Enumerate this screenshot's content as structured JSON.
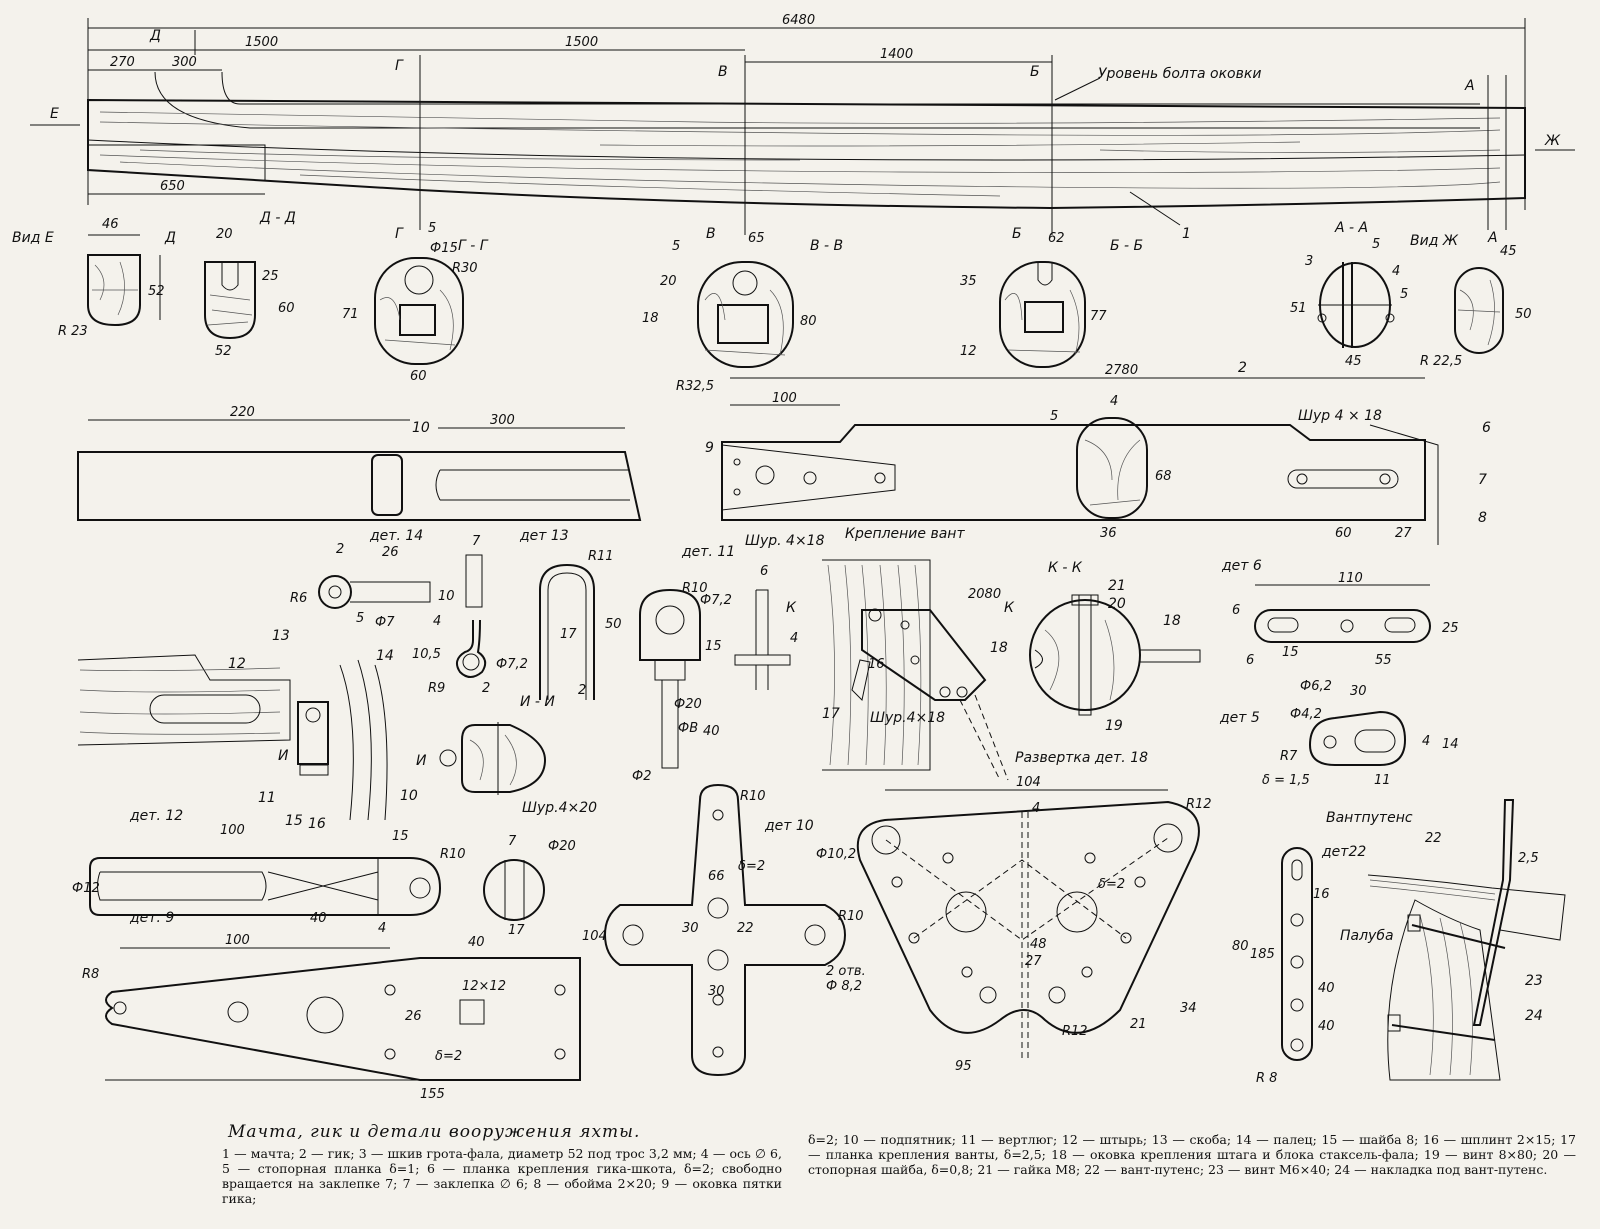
{
  "mast": {
    "overall_length": "6480",
    "dims": [
      "1500",
      "1500",
      "1400",
      "270",
      "300",
      "650"
    ],
    "section_marks": [
      "Д",
      "Г",
      "В",
      "Б",
      "А",
      "Е",
      "Ж"
    ],
    "note_bolt": "Уровень болта оковки",
    "part_no": "1"
  },
  "sections": {
    "vid_e": {
      "title": "Вид  Е",
      "dims": [
        "46",
        "52",
        "R 23"
      ],
      "mark": "Д"
    },
    "d_d": {
      "title": "Д - Д",
      "dims": [
        "20",
        "25",
        "60",
        "52"
      ]
    },
    "g_g": {
      "title": "Г - Г",
      "dims": [
        "5",
        "Ф15",
        "R30",
        "71",
        "60"
      ],
      "mark": "Г"
    },
    "v_v": {
      "title": "В - В",
      "dims": [
        "65",
        "5",
        "20",
        "18",
        "80",
        "R32,5"
      ],
      "mark": "В"
    },
    "b_b": {
      "title": "Б - Б",
      "dims": [
        "62",
        "35",
        "12",
        "77"
      ],
      "mark": "Б"
    },
    "a_a": {
      "title": "А - А",
      "dims": [
        "5",
        "3",
        "4",
        "5",
        "51",
        "45"
      ]
    },
    "vid_zh": {
      "title": "Вид  Ж",
      "dims": [
        "45",
        "50",
        "R 22,5"
      ],
      "mark": "А"
    }
  },
  "boom": {
    "length": "2780",
    "part_no": "2",
    "dims": [
      "100",
      "5",
      "4",
      "68",
      "36",
      "60",
      "27"
    ],
    "screw1": "Шур  4 × 18",
    "screw2": "Шур. 4×18",
    "parts": [
      "9",
      "6",
      "7",
      "8"
    ]
  },
  "heel": {
    "dims": [
      "220",
      "300"
    ],
    "part": "10"
  },
  "det14": {
    "title": "дет. 14",
    "dims": [
      "2",
      "26",
      "R6",
      "5",
      "Ф7",
      "10"
    ]
  },
  "det13": {
    "title": "дет 13",
    "dims": [
      "7",
      "R11",
      "50",
      "17",
      "2",
      "4",
      "10,5",
      "R9",
      "2",
      "Ф7,2"
    ]
  },
  "det11": {
    "title": "дет. 11",
    "dims": [
      "R10",
      "Ф7,2",
      "15",
      "Ф20",
      "ФВ",
      "40",
      "Ф2",
      "6",
      "К",
      "4"
    ]
  },
  "shroud": {
    "title": "Крепление  вант",
    "dims": [
      "2080",
      "16",
      "К"
    ],
    "screw": "Шур.4×18",
    "parts": [
      "17",
      "18"
    ]
  },
  "k_k": {
    "title": "К - К",
    "parts": [
      "21",
      "20",
      "18",
      "19"
    ]
  },
  "det6": {
    "title": "дет  6",
    "dims": [
      "110",
      "6",
      "6",
      "15",
      "55",
      "25",
      "Ф6,2"
    ]
  },
  "det5": {
    "title": "дет  5",
    "dims": [
      "30",
      "Ф4,2",
      "R7",
      "δ = 1,5",
      "11",
      "4",
      "14"
    ]
  },
  "assembly": {
    "parts": [
      "12",
      "13",
      "14",
      "И",
      "И",
      "11",
      "15",
      "16",
      "10"
    ]
  },
  "i_i": {
    "title": "И - И",
    "screw": "Шур.4×20"
  },
  "det12": {
    "title": "дет. 12",
    "dims": [
      "100",
      "15",
      "R10",
      "Ф12",
      "40",
      "4"
    ]
  },
  "pin": {
    "dims": [
      "7",
      "Ф20",
      "17"
    ]
  },
  "det10": {
    "title": "дет 10",
    "dims": [
      "R10",
      "δ=2",
      "66",
      "30",
      "22",
      "R10",
      "104",
      "30"
    ],
    "holes": "2 отв.\nФ 8,2"
  },
  "det9": {
    "title": "дет. 9",
    "dims": [
      "100",
      "40",
      "R8",
      "12×12",
      "26",
      "δ=2",
      "155"
    ]
  },
  "dev18": {
    "title": "Развертка  дет. 18",
    "dims": [
      "104",
      "4",
      "R12",
      "Ф10,2",
      "δ=2",
      "48",
      "27",
      "80",
      "34",
      "21",
      "R12",
      "95"
    ]
  },
  "chainplate": {
    "title": "Вантпутенс",
    "det": "дет22",
    "dims": [
      "16",
      "185",
      "40",
      "40",
      "R 8",
      "22",
      "2,5"
    ],
    "deck": "Палуба",
    "parts": [
      "23",
      "24"
    ]
  },
  "caption": {
    "title": "Мачта, гик и детали вооружения яхты.",
    "left": "1 — мачта;  2 — гик;  3 — шкив  грота-фала,  диаметр 52  под  трос 3,2 мм;  4 — ось ∅ 6,  5 — стопорная  планка  δ=1;  6 — планка  крепления  гика-шкота,  δ=2;  свободно  вращается  на заклепке 7;  7 — заклепка  ∅ 6;  8 — обойма  2×20;  9 — оковка  пятки  гика;",
    "right": "δ=2;  10 — подпятник;  11 — вертлюг;  12 — штырь;  13 — скоба;  14 — палец;  15 — шайба 8;  16 — шплинт  2×15;  17 — планка  крепления  ванты,  δ=2,5;  18 — оковка  крепления  штага  и  блока  стаксель-фала;  19 — винт  8×80;  20 — стопорная  шайба,  δ=0,8;  21 — гайка  М8;  22 — вант-путенс;  23 — винт  М6×40;  24 — накладка  под  вант-путенс."
  }
}
